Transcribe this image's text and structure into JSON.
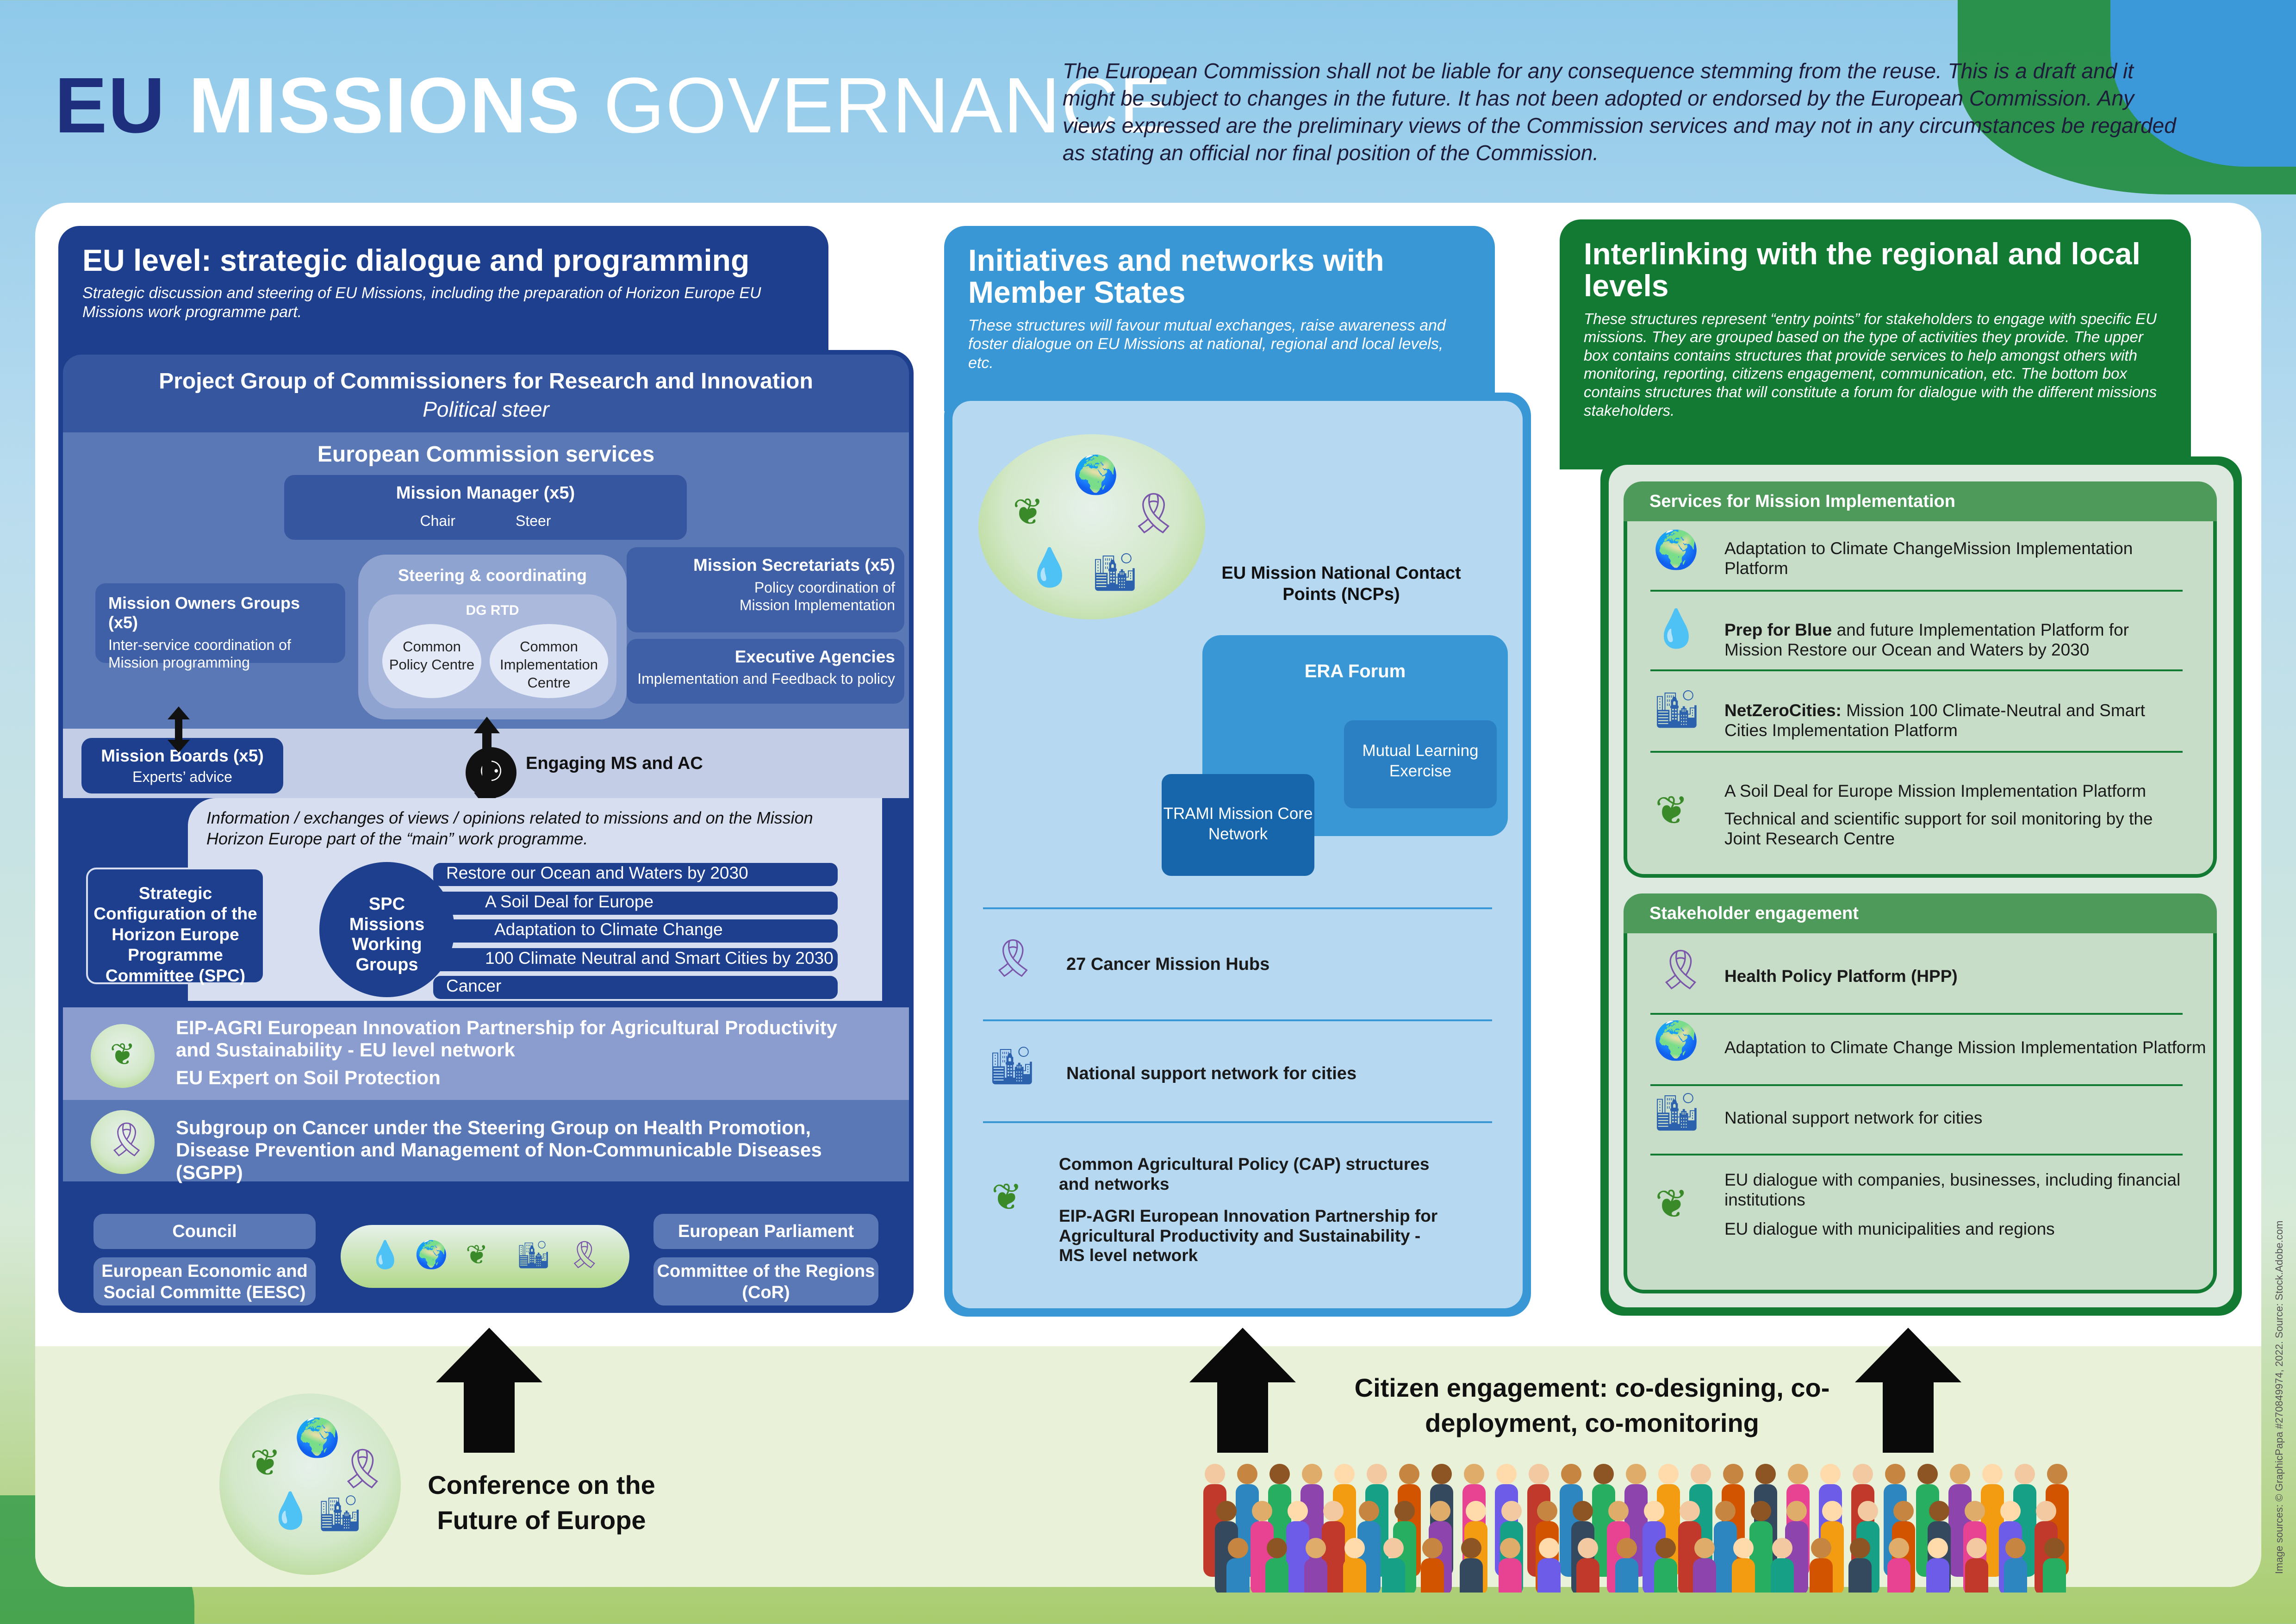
{
  "title": {
    "part1": "EU",
    "part2": "MISSIONS",
    "part3": "GOVERNANCE"
  },
  "disclaimer": "The European Commission shall not be liable for any consequence stemming from the reuse. This is a draft and it might be subject to changes in the future. It has not been adopted or endorsed by the European Commission. Any views expressed are the preliminary views of the Commission services and may not in any circumstances be regarded as stating an official nor final position of the Commission.",
  "col1": {
    "title": "EU level: strategic dialogue and programming",
    "subtitle": "Strategic discussion and steering of EU Missions, including the preparation of Horizon Europe EU Missions work programme part.",
    "project_group": "Project Group of Commissioners for Research and Innovation",
    "political_steer": "Political steer",
    "ec_services": "European Commission services",
    "mission_manager": "Mission Manager (x5)",
    "chair": "Chair",
    "steer": "Steer",
    "steering": "Steering & coordinating",
    "dg_rtd": "DG RTD",
    "cpc": "Common Policy Centre",
    "cic": "Common Implementation Centre",
    "owners_title": "Mission Owners Groups (x5)",
    "owners_text": "Inter-service coordination of Mission programming",
    "secretariats_title": "Mission Secretariats (x5)",
    "secretariats_text": "Policy coordination of Mission Implementation",
    "agencies_title": "Executive Agencies",
    "agencies_text": "Implementation and Feedback to policy",
    "boards_title": "Mission Boards (x5)",
    "boards_text": "Experts’ advice",
    "engaging": "Engaging MS and AC",
    "info_text": "Information / exchanges of views / opinions related to missions and on the Mission Horizon Europe part of the “main” work programme.",
    "spc_box": "Strategic Configuration of the Horizon Europe Programme Committee (SPC)",
    "spc_circle": "SPC Missions Working Groups",
    "spc_items": [
      "Restore our Ocean and Waters by 2030",
      "A Soil Deal for Europe",
      "Adaptation to Climate Change",
      "100 Climate Neutral and Smart Cities by 2030",
      "Cancer"
    ],
    "eip_agri": "EIP-AGRI European Innovation Partnership for Agricultural Productivity and Sustainability -  EU level network",
    "soil_expert": "EU Expert on Soil Protection",
    "sgpp": "Subgroup on Cancer under the Steering Group on Health Promotion, Disease Prevention and Management of Non-Communicable Diseases (SGPP)",
    "council": "Council",
    "eesc": "European Economic and Social Committe (EESC)",
    "parliament": "European Parliament",
    "cor": "Committee of the Regions (CoR)"
  },
  "col2": {
    "title": "Initiatives and networks with Member States",
    "subtitle": "These structures will favour mutual exchanges, raise awareness and foster dialogue on EU Missions at national, regional and local levels, etc.",
    "ncp": "EU Mission National Contact Points (NCPs)",
    "era_forum": "ERA Forum",
    "mle": "Mutual Learning Exercise",
    "trami": "TRAMI Mission Core Network",
    "cancer_hubs": "27 Cancer Mission Hubs",
    "cities_network": "National support network for cities",
    "cap": "Common Agricultural Policy (CAP) structures and networks",
    "eip_ms": "EIP-AGRI European Innovation Partnership for Agricultural Productivity and Sustainability - MS level network"
  },
  "col3": {
    "title": "Interlinking with the regional and local levels",
    "subtitle": "These structures represent “entry points” for stakeholders to engage with specific EU missions. They are grouped based on the type of activities they provide. The upper box contains contains structures that provide services to help amongst others with monitoring, reporting, citizens engagement, communication, etc. The bottom box contains structures that will constitute a forum for dialogue with the different missions stakeholders.",
    "services_title": "Services for Mission Implementation",
    "services": [
      {
        "bold": "",
        "text": "Adaptation to Climate ChangeMission Implementation Platform"
      },
      {
        "bold": "Prep for Blue",
        "text": " and future Implementation Platform for Mission Restore our Ocean and Waters by 2030"
      },
      {
        "bold": "NetZeroCities:",
        "text": " Mission 100 Climate-Neutral and Smart Cities Implementation Platform"
      },
      {
        "bold": "",
        "text": "A Soil Deal for Europe Mission Implementation Platform"
      }
    ],
    "jrc": "Technical and scientific support for soil monitoring by the Joint Research Centre",
    "stakeholder_title": "Stakeholder engagement",
    "hpp": "Health Policy Platform (HPP)",
    "adapt_platform": "Adaptation to Climate Change Mission Implementation Platform",
    "cities_network": "National support network for cities",
    "companies": "EU dialogue with companies, businesses, including financial institutions",
    "municipalities": "EU dialogue with municipalities and regions"
  },
  "bottom": {
    "conference": "Conference on the Future of Europe",
    "citizen": "Citizen engagement: co-designing, co-deployment, co-monitoring"
  },
  "credit": "Image sources: © GraphicPapa #270849974, 2022. Source: Stock.Adobe.com",
  "icons": {
    "ribbon": "ribbon-icon",
    "globe": "globe-thermometer-icon",
    "plant": "soil-plant-icon",
    "water": "water-drop-icon",
    "city": "city-building-icon"
  },
  "colors": {
    "eu_blue": "#1d3f8e",
    "light_blue": "#3a97d6",
    "green": "#137a33",
    "purple_ribbon": "#7a57ab"
  }
}
